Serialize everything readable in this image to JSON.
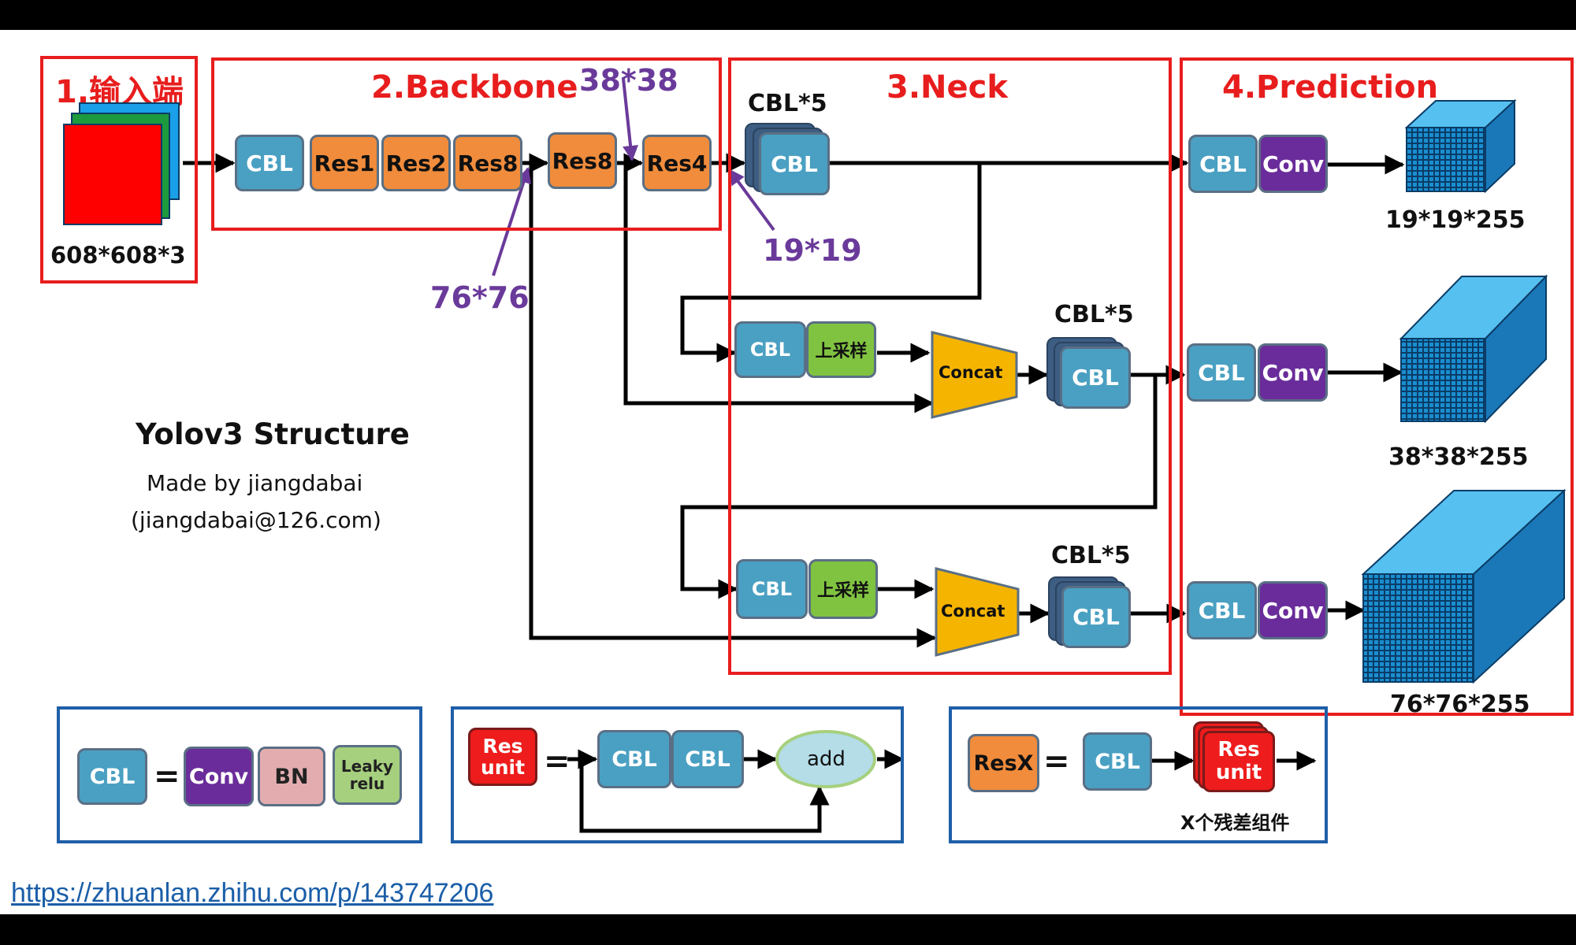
{
  "sections": {
    "input": "1.输入端",
    "backbone": "2.Backbone",
    "neck": "3.Neck",
    "prediction": "4.Prediction"
  },
  "input_size": "608*608*3",
  "backbone_blocks": [
    "CBL",
    "Res1",
    "Res2",
    "Res8",
    "Res8",
    "Res4"
  ],
  "scales": {
    "s38": "38*38",
    "s19": "19*19",
    "s76": "76*76"
  },
  "neck": {
    "cbl5_label": "CBL*5",
    "cbl": "CBL",
    "upsample": "上采样",
    "concat": "Concat"
  },
  "prediction": {
    "cbl": "CBL",
    "conv": "Conv",
    "outputs": [
      "19*19*255",
      "38*38*255",
      "76*76*255"
    ]
  },
  "title": {
    "name": "Yolov3 Structure",
    "author": "Made by jiangdabai",
    "email": "(jiangdabai@126.com)"
  },
  "legend_cbl": {
    "cbl": "CBL",
    "eq": "=",
    "conv": "Conv",
    "bn": "BN",
    "leaky": "Leaky relu"
  },
  "legend_resunit": {
    "res_unit": "Res unit",
    "eq": "=",
    "cbl": "CBL",
    "add": "add"
  },
  "legend_resx": {
    "resx": "ResX",
    "eq": "=",
    "cbl": "CBL",
    "res_unit": "Res unit",
    "caption": "X个残差组件"
  },
  "url": "https://zhuanlan.zhihu.com/p/143747206",
  "colors": {
    "section_frame": "#e81d1d",
    "legend_frame": "#1f5fa8",
    "cbl": "#4aa0c2",
    "res": "#f08c3c",
    "conv": "#6a2c9a",
    "concat": "#f5b400",
    "scale_label": "#6a3a9a"
  }
}
